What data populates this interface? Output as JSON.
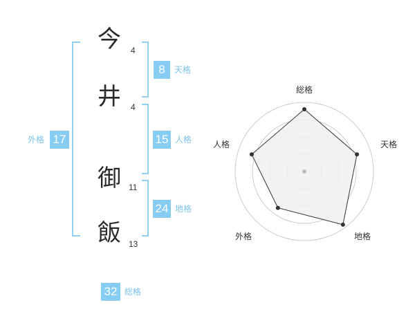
{
  "name": {
    "chars": [
      {
        "char": "今",
        "strokes": "4"
      },
      {
        "char": "井",
        "strokes": "4"
      },
      {
        "char": "御",
        "strokes": "11"
      },
      {
        "char": "飯",
        "strokes": "13"
      }
    ]
  },
  "grids": {
    "tenkaku": {
      "value": "8",
      "label": "天格"
    },
    "jinkaku": {
      "value": "15",
      "label": "人格"
    },
    "chikaku": {
      "value": "24",
      "label": "地格"
    },
    "gaikaku": {
      "value": "17",
      "label": "外格"
    },
    "soukaku": {
      "value": "32",
      "label": "総格"
    }
  },
  "chart_data": {
    "type": "radar",
    "axes": [
      "総格",
      "天格",
      "地格",
      "外格",
      "人格"
    ],
    "values": [
      0.9,
      0.8,
      0.95,
      0.65,
      0.8
    ],
    "range": [
      0,
      1
    ],
    "rings": 4,
    "colors": {
      "fill": "#f0f0f0",
      "stroke": "#333333",
      "ring": "#cccccc",
      "point": "#333333",
      "center": "#bbbbbb"
    }
  },
  "colors": {
    "accent": "#87cdf3",
    "bracket": "#8fd0f4",
    "label": "#7fc3e8"
  }
}
